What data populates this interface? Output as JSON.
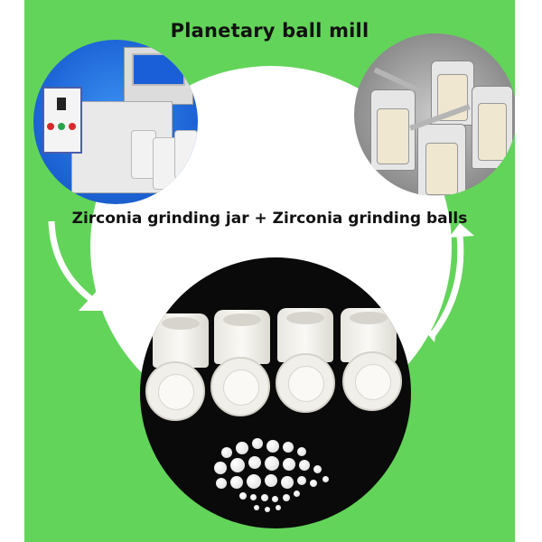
{
  "title": "Planetary ball mill",
  "subtitle": "Zirconia grinding jar + Zirconia grinding balls",
  "colors": {
    "background": "#63d45a",
    "margin": "#ffffff",
    "circle": "#ffffff",
    "text": "#111111",
    "mill_window": "#1a5fd8",
    "photo_black": "#0a0a0a"
  },
  "images": [
    {
      "id": "mill",
      "description": "Planetary ball mill machine with open lid, blue window, control panel with red and green buttons, four grinding jars"
    },
    {
      "id": "jars_clamped",
      "description": "Close-up of zirconia jars clamped in holders with screw clamps"
    },
    {
      "id": "jars_balls",
      "description": "Four white zirconia grinding jars with lids and a pile of zirconia grinding balls on black background"
    }
  ],
  "arrows": [
    {
      "id": "left-arrow",
      "direction": "down-right"
    },
    {
      "id": "right-arrow",
      "direction": "up"
    }
  ]
}
